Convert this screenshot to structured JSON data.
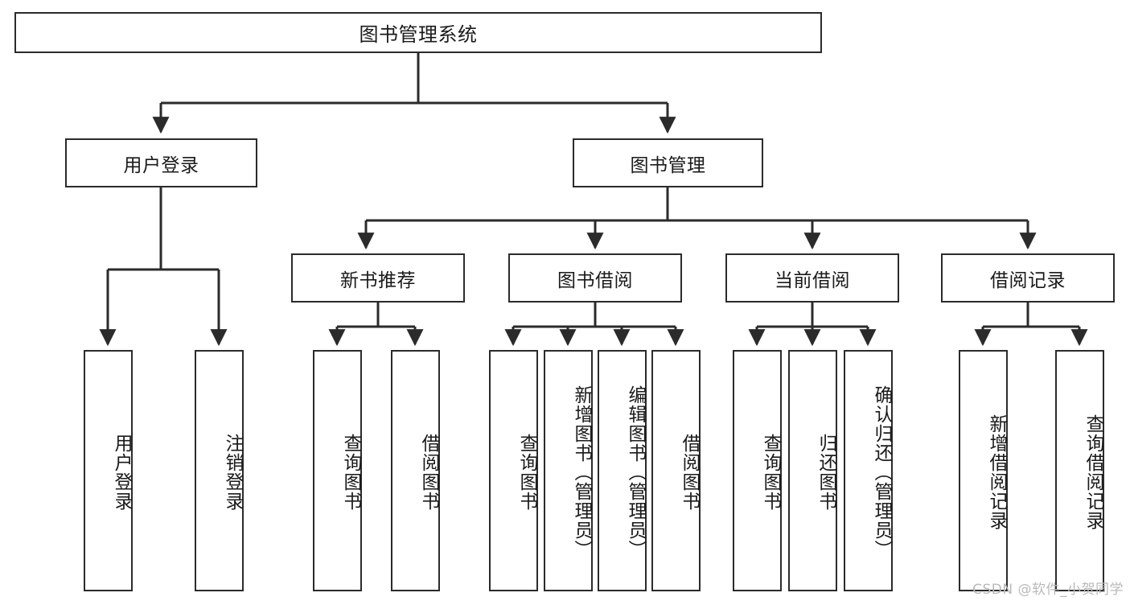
{
  "diagram": {
    "title": "图书管理系统",
    "type": "tree-hierarchy-chart",
    "root": {
      "id": "root",
      "label": "图书管理系统"
    },
    "level2": [
      {
        "id": "user-login",
        "label": "用户登录"
      },
      {
        "id": "book-management",
        "label": "图书管理"
      }
    ],
    "level3": [
      {
        "id": "new-book-recommend",
        "label": "新书推荐",
        "parent": "book-management"
      },
      {
        "id": "book-borrow",
        "label": "图书借阅",
        "parent": "book-management"
      },
      {
        "id": "current-borrow",
        "label": "当前借阅",
        "parent": "book-management"
      },
      {
        "id": "borrow-record",
        "label": "借阅记录",
        "parent": "book-management"
      }
    ],
    "leaves": [
      {
        "id": "leaf-user-login",
        "label": "用户登录",
        "parent": "user-login"
      },
      {
        "id": "leaf-logout",
        "label": "注销登录",
        "parent": "user-login"
      },
      {
        "id": "leaf-query-book-1",
        "label": "查询图书",
        "parent": "new-book-recommend"
      },
      {
        "id": "leaf-borrow-book-1",
        "label": "借阅图书",
        "parent": "new-book-recommend"
      },
      {
        "id": "leaf-query-book-2",
        "label": "查询图书",
        "parent": "book-borrow"
      },
      {
        "id": "leaf-add-book",
        "label": "新增图书（管理员）",
        "parent": "book-borrow"
      },
      {
        "id": "leaf-edit-book",
        "label": "编辑图书（管理员）",
        "parent": "book-borrow"
      },
      {
        "id": "leaf-borrow-book-2",
        "label": "借阅图书",
        "parent": "book-borrow"
      },
      {
        "id": "leaf-query-book-3",
        "label": "查询图书",
        "parent": "current-borrow"
      },
      {
        "id": "leaf-return-book",
        "label": "归还图书",
        "parent": "current-borrow"
      },
      {
        "id": "leaf-confirm-return",
        "label": "确认归还（管理员）",
        "parent": "current-borrow"
      },
      {
        "id": "leaf-add-record",
        "label": "新增借阅记录",
        "parent": "borrow-record"
      },
      {
        "id": "leaf-query-record",
        "label": "查询借阅记录",
        "parent": "borrow-record"
      }
    ]
  },
  "watermark": {
    "text": "CSDN @软件_小贺同学"
  },
  "colors": {
    "stroke": "#2b2b2b",
    "background": "#ffffff",
    "text": "#1a1a1a",
    "watermark": "#b9b9b9"
  }
}
